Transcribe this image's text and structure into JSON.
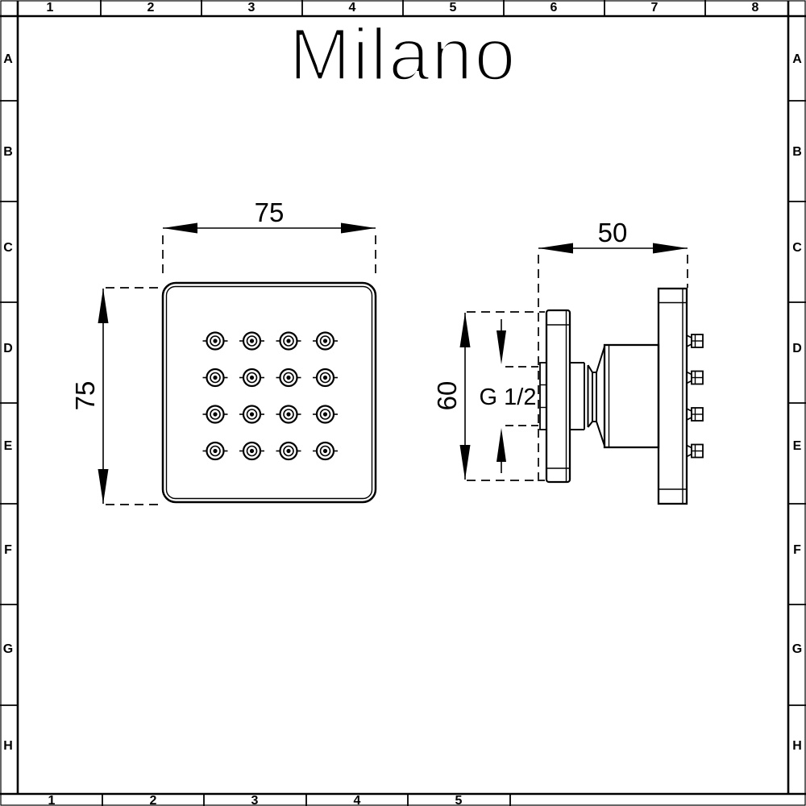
{
  "sheet": {
    "logo": "Milano",
    "background_color": "#ffffff",
    "line_color": "#000000"
  },
  "border": {
    "top_labels": [
      "1",
      "2",
      "3",
      "4",
      "5",
      "6",
      "7",
      "8"
    ],
    "bottom_labels": [
      "1",
      "2",
      "3",
      "4",
      "5"
    ],
    "left_labels": [
      "A",
      "B",
      "C",
      "D",
      "E",
      "F",
      "G",
      "H"
    ],
    "right_labels": [
      "A",
      "B",
      "C",
      "D",
      "E",
      "F",
      "G",
      "H"
    ]
  },
  "front_view": {
    "width_dim": "75",
    "height_dim": "75",
    "nozzle_grid": {
      "rows": 4,
      "cols": 4
    }
  },
  "side_view": {
    "depth_dim": "50",
    "height_dim": "60",
    "thread_label": "G 1/2",
    "outlet_count": 4
  }
}
